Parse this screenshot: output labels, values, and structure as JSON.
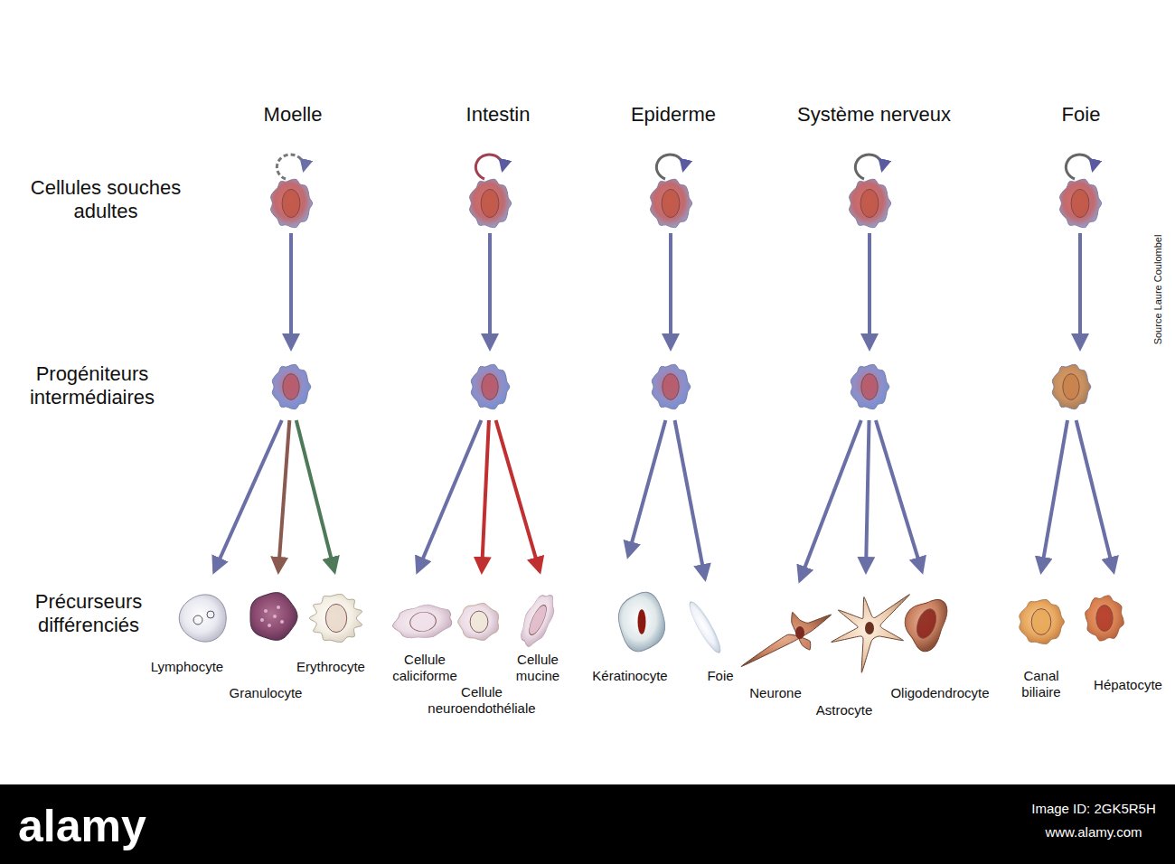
{
  "diagram": {
    "nodes": [
      {
        "text": [
          "Lymphocyte"
        ]
      },
      {
        "text": [
          "Granulocyte"
        ]
      },
      {
        "text": [
          "Erythrocyte"
        ]
      },
      {
        "text": [
          "Cellule caliciforme"
        ]
      },
      {
        "text": [
          "Cellule neuroendothéliale"
        ]
      },
      {
        "text": [
          "Cellule mucine"
        ]
      },
      {
        "text": [
          "Kératinocyte"
        ]
      },
      {
        "text": [
          "Foie"
        ]
      },
      {
        "text": [
          "Neurone"
        ]
      },
      {
        "text": [
          "Astrocyte"
        ]
      },
      {
        "text": [
          "Oligodendrocyte"
        ]
      },
      {
        "text": [
          "Canal biliaire"
        ]
      },
      {
        "text": [
          "Hépatocyte"
        ]
      }
    ],
    "labels": [
      "Moelle",
      "Intestin",
      "Epiderme",
      "Système nerveux",
      "Foie",
      "Cellules souches adultes",
      "Progéniteurs intermédiaires",
      "Précurseurs différenciés",
      "Source Laure Coulombel",
      "alamy",
      "Image ID: 2GK5R5H",
      "www.alamy.com"
    ]
  }
}
